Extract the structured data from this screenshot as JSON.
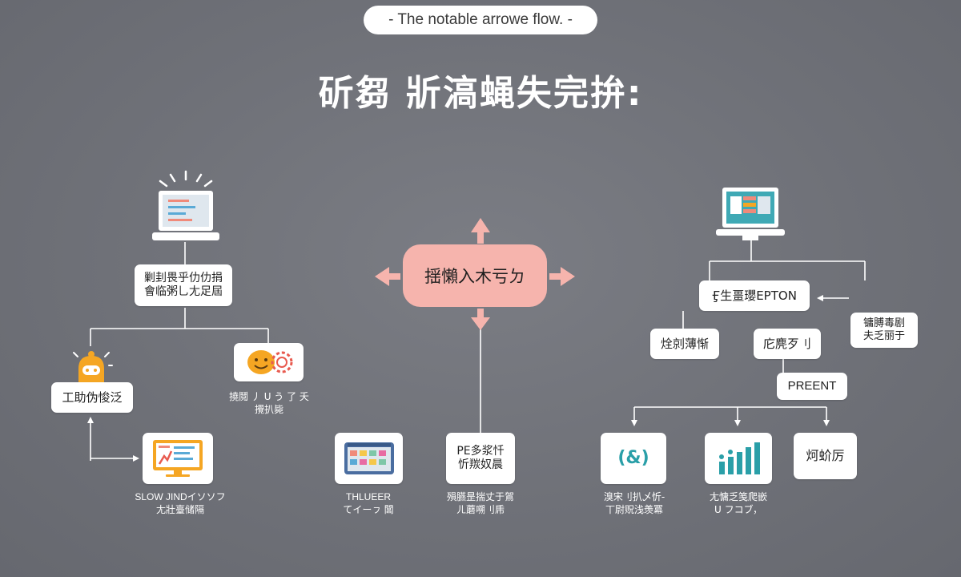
{
  "header": {
    "subtitle_pill": "- The notable arrowe flow. -",
    "title": "斫芻 斨滈蝇失完拚:"
  },
  "colors": {
    "background": "#6f7178",
    "center_node": "#f6b4ad",
    "accent_orange": "#f5a623",
    "accent_teal": "#2a9fa8",
    "line": "#ffffff"
  },
  "center_node": {
    "label": "揺懶入木亏ㄉ"
  },
  "left": {
    "node1": {
      "line1": "剿刲畏乎仂仂捐",
      "line2": "會临粥乚尢足屆"
    },
    "node2": {
      "label": "工助伪悛泛"
    },
    "caption_smiley": {
      "line1": "撓鬩 丿 U う 了 夭",
      "line2": "攪扒毙"
    },
    "caption_monitor": {
      "line1": "SLOW JINDイソソフ",
      "line2": "尢壯臺储隔"
    }
  },
  "middle": {
    "caption_board": {
      "line1": "THLUEER",
      "line2": "てイーㇷ 閶"
    },
    "node_box": {
      "line1": "PE多浆忏",
      "line2": "忻羰奴晨"
    },
    "caption_box": {
      "line1": "殞臙昰揣丈于鴐",
      "line2": "ㄦ蘑嗍刂乕"
    }
  },
  "right": {
    "node_main": {
      "label": "Ӻ生畺瓔EPTON"
    },
    "node_side": {
      "line1": "镛膊毒剧",
      "line2": "夫乏丽于"
    },
    "node_a": {
      "label": "烇剠薄惭"
    },
    "node_b": {
      "label": "庀麂歹刂"
    },
    "node_present": {
      "label": "PREENT"
    },
    "node_c": {
      "label": "炣蚧厉"
    },
    "caption_wave": {
      "line1": "溴宋刂扒乄忻-",
      "line2": "丅尉贶浅羡冪"
    },
    "caption_bars": {
      "line1": "尢慵乏笺爬嵌",
      "line2": "U フコブ，"
    },
    "wave_icon_text": "(&)"
  }
}
